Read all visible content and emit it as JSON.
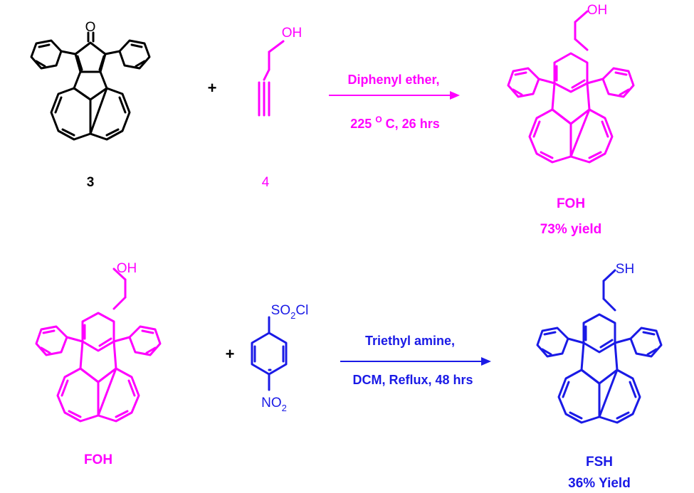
{
  "colors": {
    "black": "#000000",
    "magenta": "#ff00ff",
    "blue": "#1a1ae6"
  },
  "reaction1": {
    "reactant1": {
      "label": "3",
      "carbonyl_label": "O"
    },
    "plus": "+",
    "reactant2": {
      "label": "4",
      "group_label": "OH"
    },
    "conditions_top": "Diphenyl ether,",
    "conditions_bottom_prefix": "225 ",
    "conditions_bottom_sup": "O",
    "conditions_bottom_suffix": " C, 26 hrs",
    "product": {
      "label": "FOH",
      "group_label": "OH",
      "yield": "73% yield"
    }
  },
  "reaction2": {
    "reactant1": {
      "label": "FOH",
      "group_label": "OH"
    },
    "plus": "+",
    "reactant2": {
      "top_group": {
        "prefix": "SO",
        "sub": "2",
        "suffix": "Cl"
      },
      "bottom_group": {
        "prefix": "NO",
        "sub": "2"
      }
    },
    "conditions_top": "Triethyl amine,",
    "conditions_bottom": "DCM, Reflux, 48 hrs",
    "product": {
      "label": "FSH",
      "group_label": "SH",
      "yield": "36% Yield"
    }
  }
}
